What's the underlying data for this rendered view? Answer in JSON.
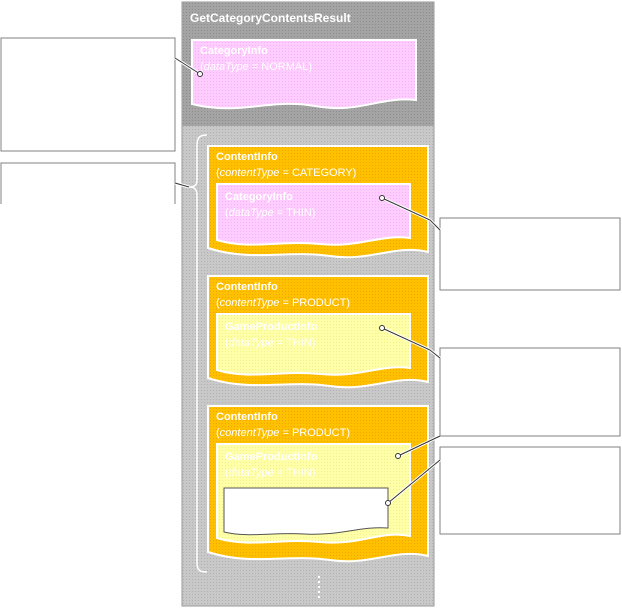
{
  "result": {
    "title": "GetCategoryContentsResult"
  },
  "category_info": {
    "title": "CategoryInfo",
    "attr_name": "dataType",
    "attr_op": " = ",
    "attr_value": "NORMAL"
  },
  "contents": [
    {
      "title": "ContentInfo",
      "attr_name": "contentType",
      "attr_op": " = ",
      "attr_value": "CATEGORY",
      "inner": {
        "title": "CategoryInfo",
        "attr_name": "dataType",
        "attr_op": " = ",
        "attr_value": "THIN"
      }
    },
    {
      "title": "ContentInfo",
      "attr_name": "contentType",
      "attr_op": " = ",
      "attr_value": "PRODUCT",
      "inner": {
        "title": "GameProductInfo",
        "attr_name": "dataType",
        "attr_op": " = ",
        "attr_value": "THIN"
      }
    },
    {
      "title": "ContentInfo",
      "attr_name": "contentType",
      "attr_op": " = ",
      "attr_value": "PRODUCT",
      "inner": {
        "title": "GameProductInfo",
        "attr_name": "dataType",
        "attr_op": " = ",
        "attr_value": "THIN"
      }
    }
  ],
  "colors": {
    "result_bg": "#c6c6c6",
    "category_band": "#a8a8a8",
    "content_info": "#ffc000",
    "category_thin": "#ffccff",
    "product_thin": "#ffffa0",
    "callout_border": "#808080"
  }
}
